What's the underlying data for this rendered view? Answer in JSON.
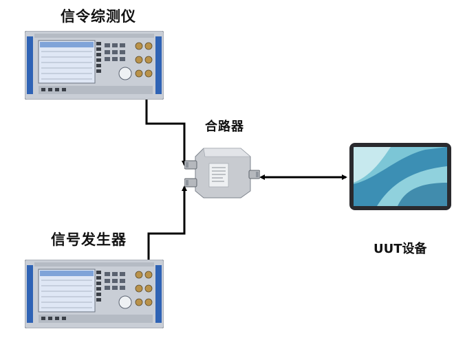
{
  "labels": {
    "signal_tester": "信令综测仪",
    "combiner": "合路器",
    "signal_generator": "信号发生器",
    "uut": "UUT设备"
  },
  "colors": {
    "instrument_blue": "#2f63b5",
    "instrument_body": "#d9dde3",
    "screen": "#e8f0ff",
    "wire": "#000000",
    "tablet_frame": "#2a2a2e",
    "tablet_screen": "#7cc6d6"
  },
  "icons": {
    "instrument": "signal-analyzer-icon",
    "combiner": "rf-combiner-icon",
    "uut": "tablet-icon"
  }
}
